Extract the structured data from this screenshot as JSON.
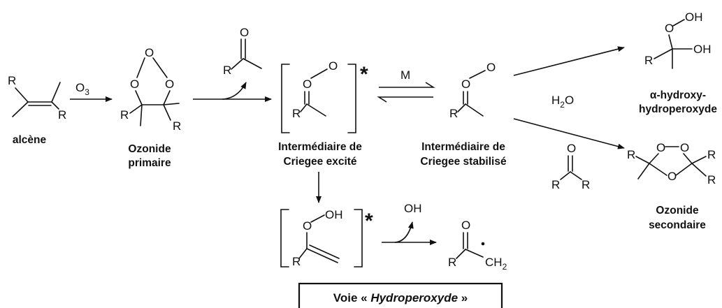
{
  "labels": {
    "alkene": "alcène",
    "ozonide_primary_1": "Ozonide",
    "ozonide_primary_2": "primaire",
    "criegee_excited_1": "Intermédiaire de",
    "criegee_excited_2": "Criegee excité",
    "criegee_stabilized_1": "Intermédiaire de",
    "criegee_stabilized_2": "Criegee stabilisé",
    "hydroxy_1": "α-hydroxy-",
    "hydroxy_2": "hydroperoxyde",
    "ozonide_secondary_1": "Ozonide",
    "ozonide_secondary_2": "secondaire"
  },
  "reagents": {
    "ozone_O": "O",
    "ozone_sub": "3",
    "collider": "M",
    "water_H": "H",
    "water_sub": "2",
    "water_O": "O",
    "hydroxyl_loss": "OH"
  },
  "atoms": {
    "R": "R",
    "O": "O",
    "OH": "OH",
    "CH": "CH",
    "CH_sub": "2",
    "star": "*"
  },
  "box": {
    "prefix": "Voie « ",
    "emphasis": "Hydroperoxyde",
    "suffix": " »"
  }
}
